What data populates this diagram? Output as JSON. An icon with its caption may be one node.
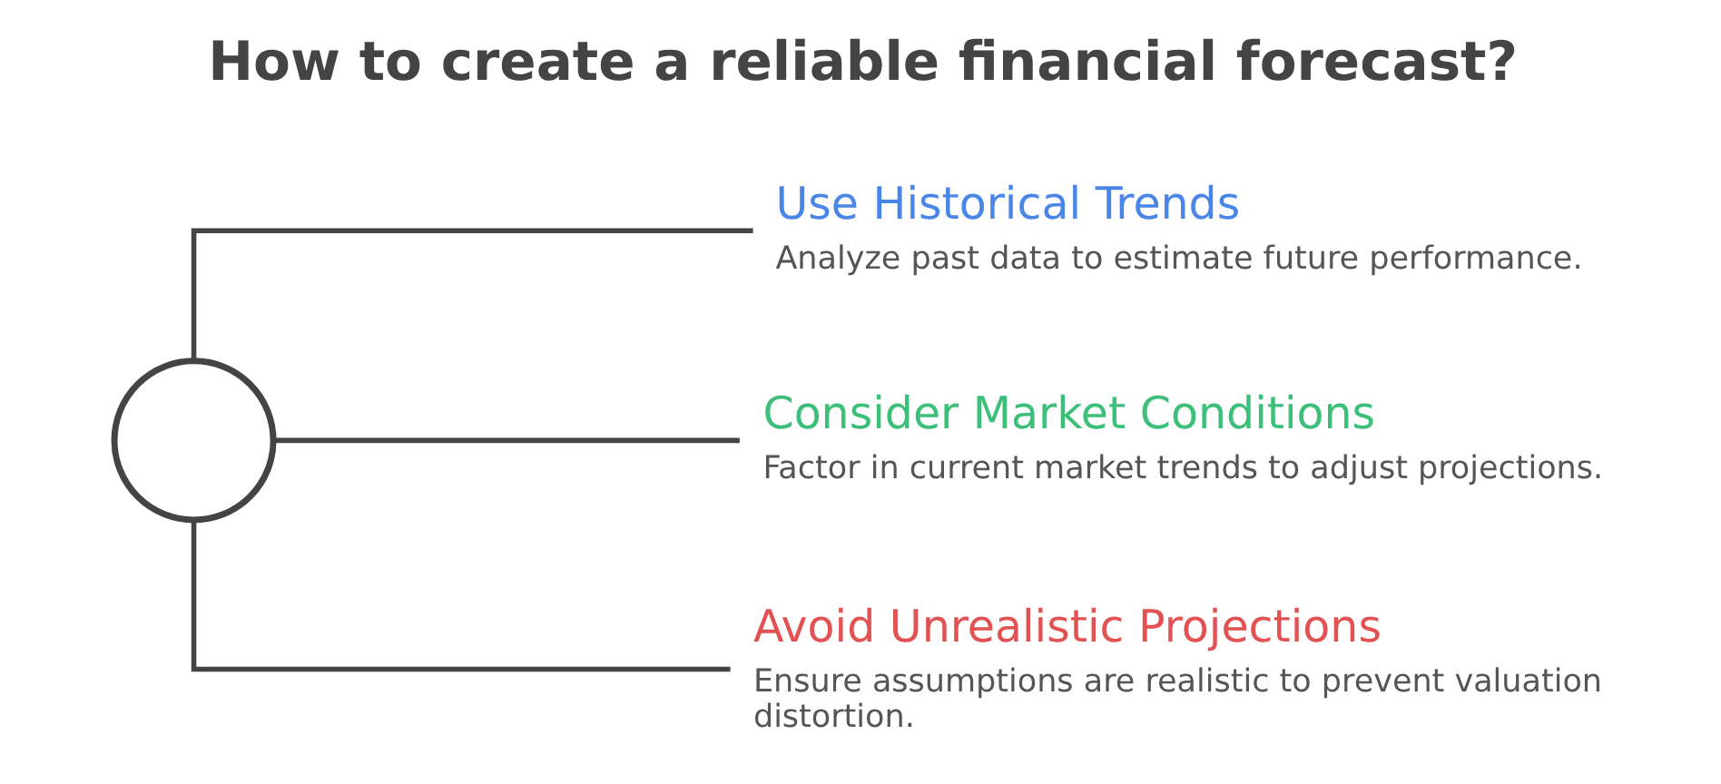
{
  "diagram": {
    "title": "How to create a reliable financial forecast?",
    "nodes": [
      {
        "text": [],
        "shape": "circle"
      },
      {
        "text": [
          "Use Historical Trends",
          "Analyze past data to estimate future performance."
        ]
      },
      {
        "text": [
          "Consider Market Conditions",
          "Factor in current market trends to adjust projections."
        ]
      },
      {
        "text": [
          "Avoid Unrealistic Projections",
          "Ensure assumptions are realistic to prevent valuation distortion."
        ]
      }
    ],
    "edges": [
      {
        "from": 0,
        "to": 1,
        "arrow": "none"
      },
      {
        "from": 0,
        "to": 2,
        "arrow": "none"
      },
      {
        "from": 0,
        "to": 3,
        "arrow": "none"
      }
    ]
  }
}
